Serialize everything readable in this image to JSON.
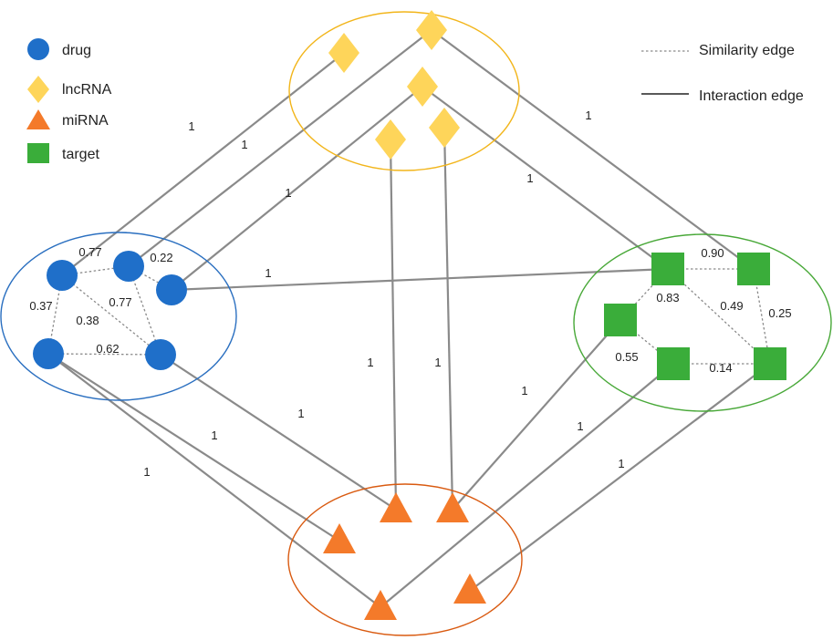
{
  "colors": {
    "drug": "#1f6fc9",
    "lncRNA": "#fed55a",
    "miRNA": "#f47a2a",
    "target": "#3aad3a",
    "drug_cluster": "#2a6fc0",
    "lncRNA_cluster": "#f2b51a",
    "miRNA_cluster": "#d95a10",
    "target_cluster": "#48a838",
    "edge": "#8a8a8a"
  },
  "legend": {
    "nodes": [
      {
        "type": "drug",
        "label": "drug",
        "shape": "circle"
      },
      {
        "type": "lncRNA",
        "label": "lncRNA",
        "shape": "diamond"
      },
      {
        "type": "miRNA",
        "label": "miRNA",
        "shape": "triangle"
      },
      {
        "type": "target",
        "label": "target",
        "shape": "square"
      }
    ],
    "edges": [
      {
        "style": "dotted",
        "label": "Similarity edge"
      },
      {
        "style": "solid",
        "label": "Interaction edge"
      }
    ]
  },
  "nodes": {
    "drug": [
      "d1",
      "d2",
      "d3",
      "d4",
      "d5"
    ],
    "lncRNA": [
      "l1",
      "l2",
      "l3",
      "l4",
      "l5"
    ],
    "miRNA": [
      "m1",
      "m2",
      "m3",
      "m4",
      "m5"
    ],
    "target": [
      "t1",
      "t2",
      "t3",
      "t4",
      "t5"
    ]
  },
  "similarity_edges": [
    {
      "from": "d1",
      "to": "d2",
      "label": "0.77"
    },
    {
      "from": "d2",
      "to": "d3",
      "label": "0.22"
    },
    {
      "from": "d1",
      "to": "d4",
      "label": "0.37"
    },
    {
      "from": "d1",
      "to": "d5",
      "label": "0.38"
    },
    {
      "from": "d2",
      "to": "d5",
      "label": "0.77"
    },
    {
      "from": "d4",
      "to": "d5",
      "label": "0.62"
    },
    {
      "from": "t1",
      "to": "t2",
      "label": "0.90"
    },
    {
      "from": "t1",
      "to": "t3",
      "label": "0.83"
    },
    {
      "from": "t1",
      "to": "t5",
      "label": "0.49"
    },
    {
      "from": "t2",
      "to": "t5",
      "label": "0.25"
    },
    {
      "from": "t3",
      "to": "t4",
      "label": "0.55"
    },
    {
      "from": "t4",
      "to": "t5",
      "label": "0.14"
    }
  ],
  "interaction_edges": [
    {
      "from": "d1",
      "to": "l1",
      "label": "1"
    },
    {
      "from": "d2",
      "to": "l2",
      "label": "1"
    },
    {
      "from": "d3",
      "to": "l3",
      "label": "1"
    },
    {
      "from": "l2",
      "to": "t2",
      "label": "1"
    },
    {
      "from": "l3",
      "to": "t1",
      "label": "1"
    },
    {
      "from": "d3",
      "to": "t1",
      "label": "1"
    },
    {
      "from": "l4",
      "to": "m2",
      "label": "1"
    },
    {
      "from": "l5",
      "to": "m3",
      "label": "1"
    },
    {
      "from": "t3",
      "to": "m3",
      "label": "1"
    },
    {
      "from": "d5",
      "to": "m2",
      "label": "1"
    },
    {
      "from": "d4",
      "to": "m1",
      "label": "1"
    },
    {
      "from": "d4",
      "to": "m4",
      "label": "1"
    },
    {
      "from": "t4",
      "to": "m4",
      "label": "1"
    },
    {
      "from": "t5",
      "to": "m5",
      "label": "1"
    }
  ]
}
